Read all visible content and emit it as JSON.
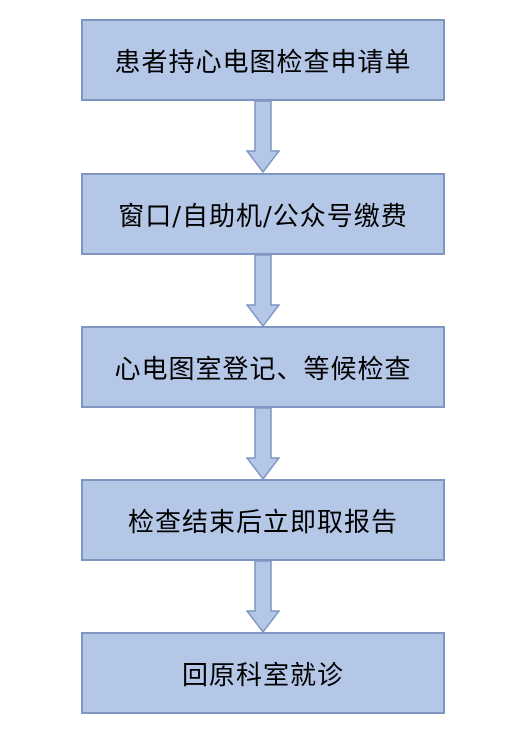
{
  "flowchart": {
    "steps": [
      {
        "label": "患者持心电图检查申请单"
      },
      {
        "label": "窗口/自助机/公众号缴费"
      },
      {
        "label": "心电图室登记、等候检查"
      },
      {
        "label": "检查结束后立即取报告"
      },
      {
        "label": "回原科室就诊"
      }
    ]
  },
  "colors": {
    "box_fill": "#b4c7e7",
    "box_border": "#7f95c2",
    "arrow_fill": "#b4c7e7",
    "arrow_border": "#7f95c2",
    "text": "#000000"
  }
}
